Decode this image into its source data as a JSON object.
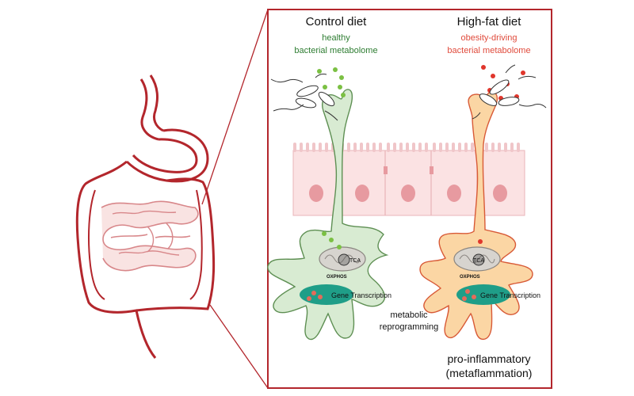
{
  "control": {
    "title": "Control diet",
    "line1": "healthy",
    "line2": "bacterial metabolome",
    "organelle_label": "TCA",
    "oxphos_label": "OXPHOS",
    "nucleus_label": "Gene Transcription"
  },
  "highfat": {
    "title": "High-fat diet",
    "line1": "obesity-driving",
    "line2": "bacterial metabolome",
    "organelle_label": "TCA",
    "oxphos_label": "OXPHOS",
    "nucleus_label": "Gene Transcription"
  },
  "middle_label": {
    "line1": "metabolic",
    "line2": "reprogramming"
  },
  "bottom_label": {
    "line1": "pro-inflammatory",
    "line2": "(metaflammation)"
  },
  "colors": {
    "frame": "#b3262c",
    "gut": "#b3262c",
    "intestine_fill": "#f3c8c5",
    "epithelium_fill": "#fbe2e3",
    "epithelium_nucleus": "#e79aa0",
    "healthy_text": "#2e7d32",
    "obesity_text": "#e04b3c",
    "control_cell": "#d8ebd2",
    "control_cell_stroke": "#5e8f53",
    "hf_cell": "#fbd6a4",
    "hf_cell_stroke": "#d85a37",
    "nucleus": "#1f9e88",
    "green_dot": "#7bc043",
    "red_dot": "#e0362c"
  }
}
